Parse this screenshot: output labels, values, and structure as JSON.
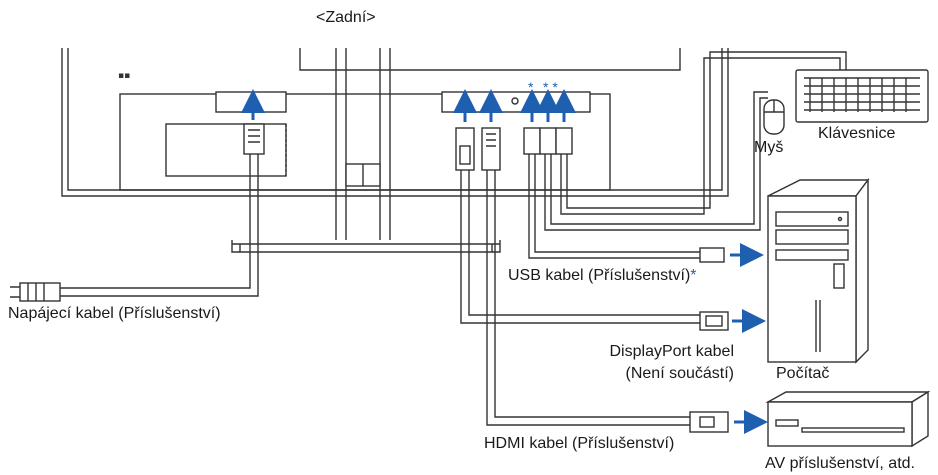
{
  "title": "<Zadní>",
  "labels": {
    "power_cable": "Napájecí kabel (Příslušenství)",
    "usb_cable": "USB kabel (Příslušenství)",
    "usb_asterisk": "*",
    "displayport_cable_line1": "DisplayPort kabel",
    "displayport_cable_line2": "(Není součástí)",
    "hdmi_cable": "HDMI kabel (Příslušenství)",
    "keyboard": "Klávesnice",
    "mouse": "Myš",
    "computer": "Počítač",
    "av_equipment": "AV příslušenství, atd."
  },
  "port_markers": {
    "usb_a": "*",
    "usb_b": "* *"
  },
  "colors": {
    "arrow": "#1f5fb0",
    "line": "#1a1a1a",
    "cable_outline": "#333333"
  }
}
